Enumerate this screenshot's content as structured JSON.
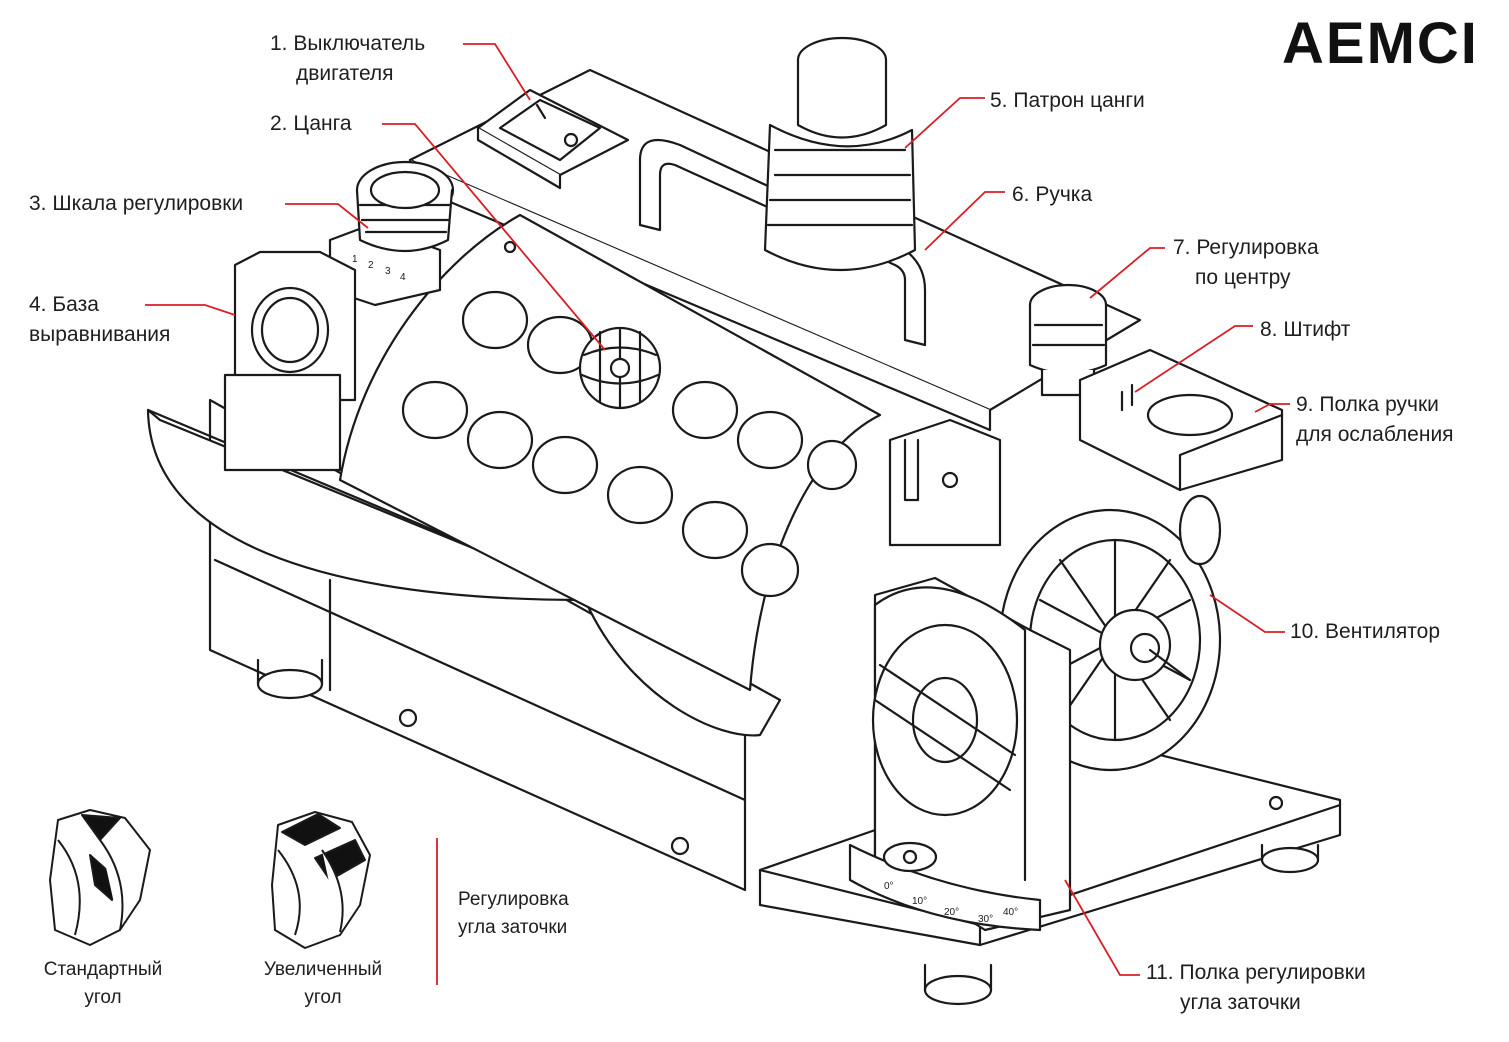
{
  "brand": "AEMCI",
  "callouts": [
    {
      "lines": [
        "1. Выключатель",
        "двигателя"
      ]
    },
    {
      "lines": [
        "2. Цанга"
      ]
    },
    {
      "lines": [
        "3. Шкала регулировки"
      ]
    },
    {
      "lines": [
        "4. База",
        "выравнивания"
      ]
    },
    {
      "lines": [
        "5. Патрон цанги"
      ]
    },
    {
      "lines": [
        "6. Ручка"
      ]
    },
    {
      "lines": [
        "7. Регулировка",
        "по центру"
      ]
    },
    {
      "lines": [
        "8. Штифт"
      ]
    },
    {
      "lines": [
        "9. Полка ручки",
        "для ослабления"
      ]
    },
    {
      "lines": [
        "10. Вентилятор"
      ]
    },
    {
      "lines": [
        "11. Полка регулировки",
        "угла заточки"
      ]
    }
  ],
  "legend": {
    "standard": [
      "Стандартный",
      "угол"
    ],
    "enlarged": [
      "Увеличенный",
      "угол"
    ],
    "title": [
      "Регулировка",
      "угла заточки"
    ]
  },
  "dial_ticks": [
    "0°",
    "10°",
    "20°",
    "30°",
    "40°"
  ],
  "scale_ticks": [
    "1",
    "2",
    "3",
    "4"
  ],
  "colors": {
    "leader": "#d91f26",
    "ink": "#1a1a1a",
    "paper": "#ffffff"
  }
}
